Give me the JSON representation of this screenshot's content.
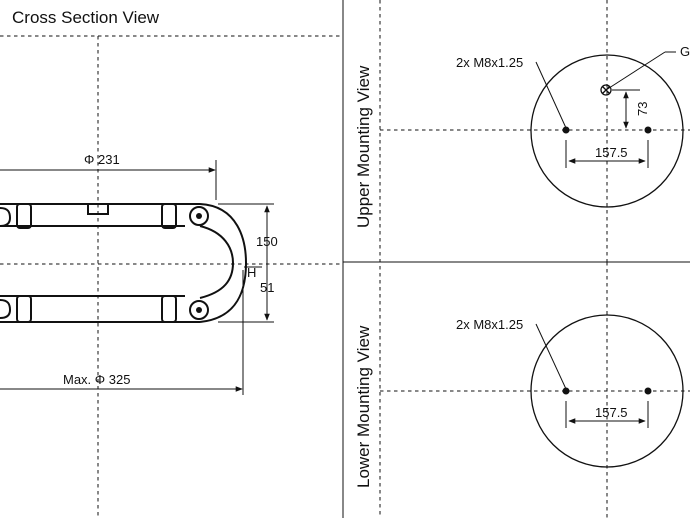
{
  "cross_section": {
    "title": "Cross Section View",
    "dia_top": "Φ 231",
    "dia_bottom": "Max. Φ 325",
    "height_total": "150",
    "height_label": "H",
    "height_half": "51"
  },
  "upper_view": {
    "title": "Upper Mounting View",
    "bolt_label": "2x M8x1.25",
    "port_label": "G",
    "offset": "73",
    "spacing": "157.5"
  },
  "lower_view": {
    "title": "Lower Mounting View",
    "bolt_label": "2x M8x1.25",
    "spacing": "157.5"
  }
}
